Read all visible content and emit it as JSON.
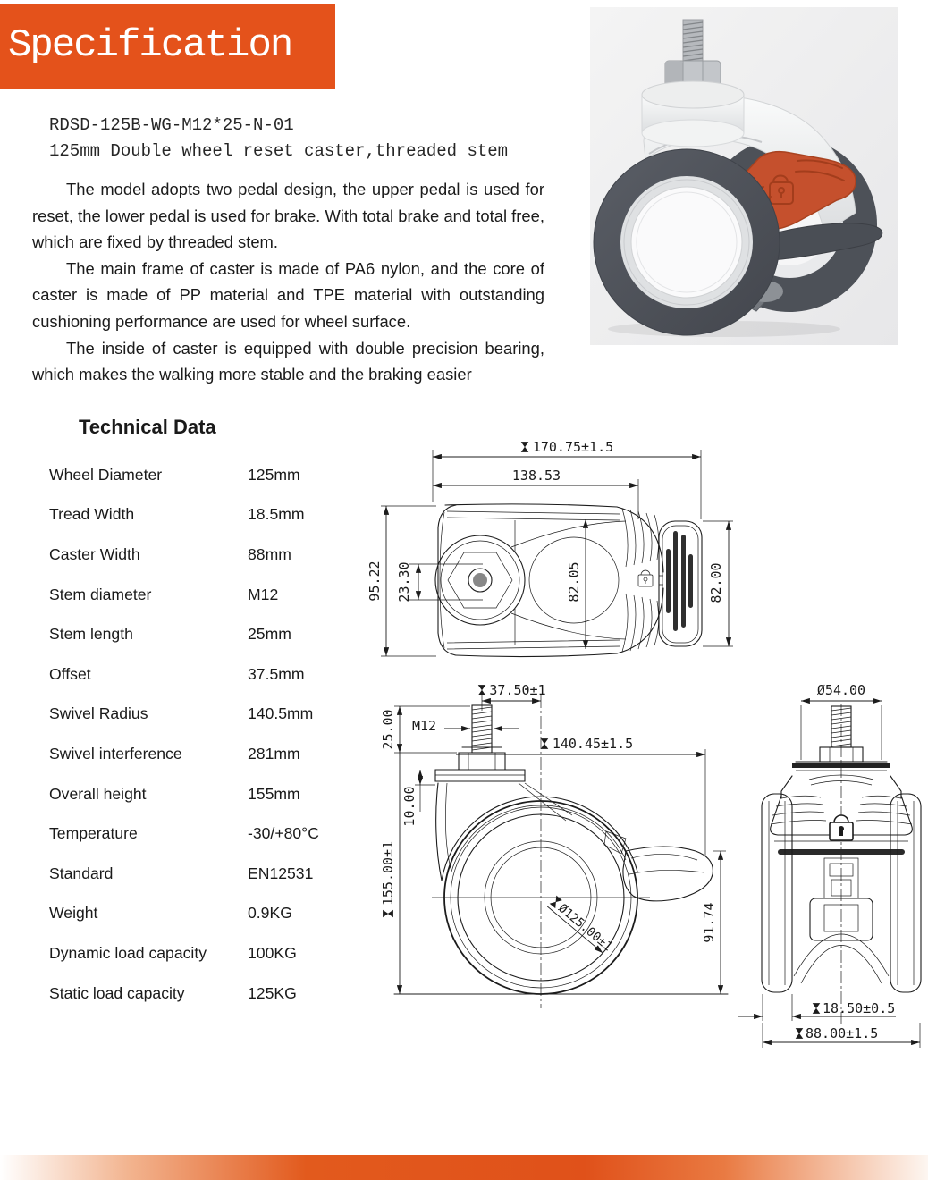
{
  "banner": {
    "title": "Specification"
  },
  "product": {
    "model_code": "RDSD-125B-WG-M12*25-N-01",
    "model_name": "125mm Double wheel reset caster,threaded stem",
    "paragraphs": {
      "p1": "The model adopts two pedal design, the upper pedal is used for reset, the lower pedal is used for brake. With total brake and total free, which are fixed by threaded stem.",
      "p2": "The main frame of caster is made of PA6 nylon, and the core of caster is made of PP material and TPE material with outstanding cushioning performance are used for wheel surface.",
      "p3": "The inside of caster is equipped with double precision bearing, which makes the walking more stable and the braking easier"
    }
  },
  "technical_data": {
    "heading": "Technical Data",
    "rows": [
      {
        "label": "Wheel Diameter",
        "value": "125mm"
      },
      {
        "label": "Tread Width",
        "value": "18.5mm"
      },
      {
        "label": "Caster Width",
        "value": "88mm"
      },
      {
        "label": "Stem diameter",
        "value": "M12"
      },
      {
        "label": "Stem length",
        "value": "25mm"
      },
      {
        "label": "Offset",
        "value": "37.5mm"
      },
      {
        "label": "Swivel Radius",
        "value": "140.5mm"
      },
      {
        "label": "Swivel interference",
        "value": "281mm"
      },
      {
        "label": "Overall height",
        "value": "155mm"
      },
      {
        "label": "Temperature",
        "value": "-30/+80°C"
      },
      {
        "label": "Standard",
        "value": "EN12531"
      },
      {
        "label": "Weight",
        "value": "0.9KG"
      },
      {
        "label": "Dynamic load capacity",
        "value": "100KG"
      },
      {
        "label": "Static load capacity",
        "value": "125KG"
      }
    ]
  },
  "drawings": {
    "top_view": {
      "overall_length": "170.75±1.5",
      "body_length": "138.53",
      "overall_depth": "95.22",
      "hub_width": "23.30",
      "body_depth": "82.05",
      "pedal_depth": "82.00"
    },
    "front_view": {
      "offset": "37.50±1",
      "stem_length": "25.00",
      "thread_size": "M12",
      "swivel_radius": "140.45±1.5",
      "plate_thickness": "10.00",
      "overall_height": "155.00±1",
      "wheel_diameter": "Ø125.00±1",
      "pedal_height": "91.74"
    },
    "back_view": {
      "head_diameter": "Ø54.00",
      "tread_width": "18.50±0.5",
      "overall_width": "88.00±1.5"
    }
  },
  "colors": {
    "accent": "#E4521B",
    "pedal_orange": "#C5502D",
    "drawing_line": "#1C1C1C"
  }
}
